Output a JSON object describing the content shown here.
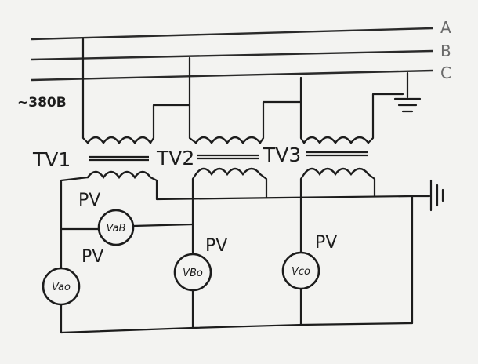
{
  "phase_labels": [
    "A",
    "B",
    "C"
  ],
  "supply_voltage": "~380B",
  "transformers": [
    "TV1",
    "TV2",
    "TV3"
  ],
  "voltmeter_label": "PV",
  "meters": {
    "ab": "VaB",
    "ao": "Vao",
    "bo": "VBo",
    "co": "Vco"
  },
  "colors": {
    "ink": "#1c1c1c",
    "paper": "#f3f3f1",
    "phase_label": "#6a6a6a"
  }
}
